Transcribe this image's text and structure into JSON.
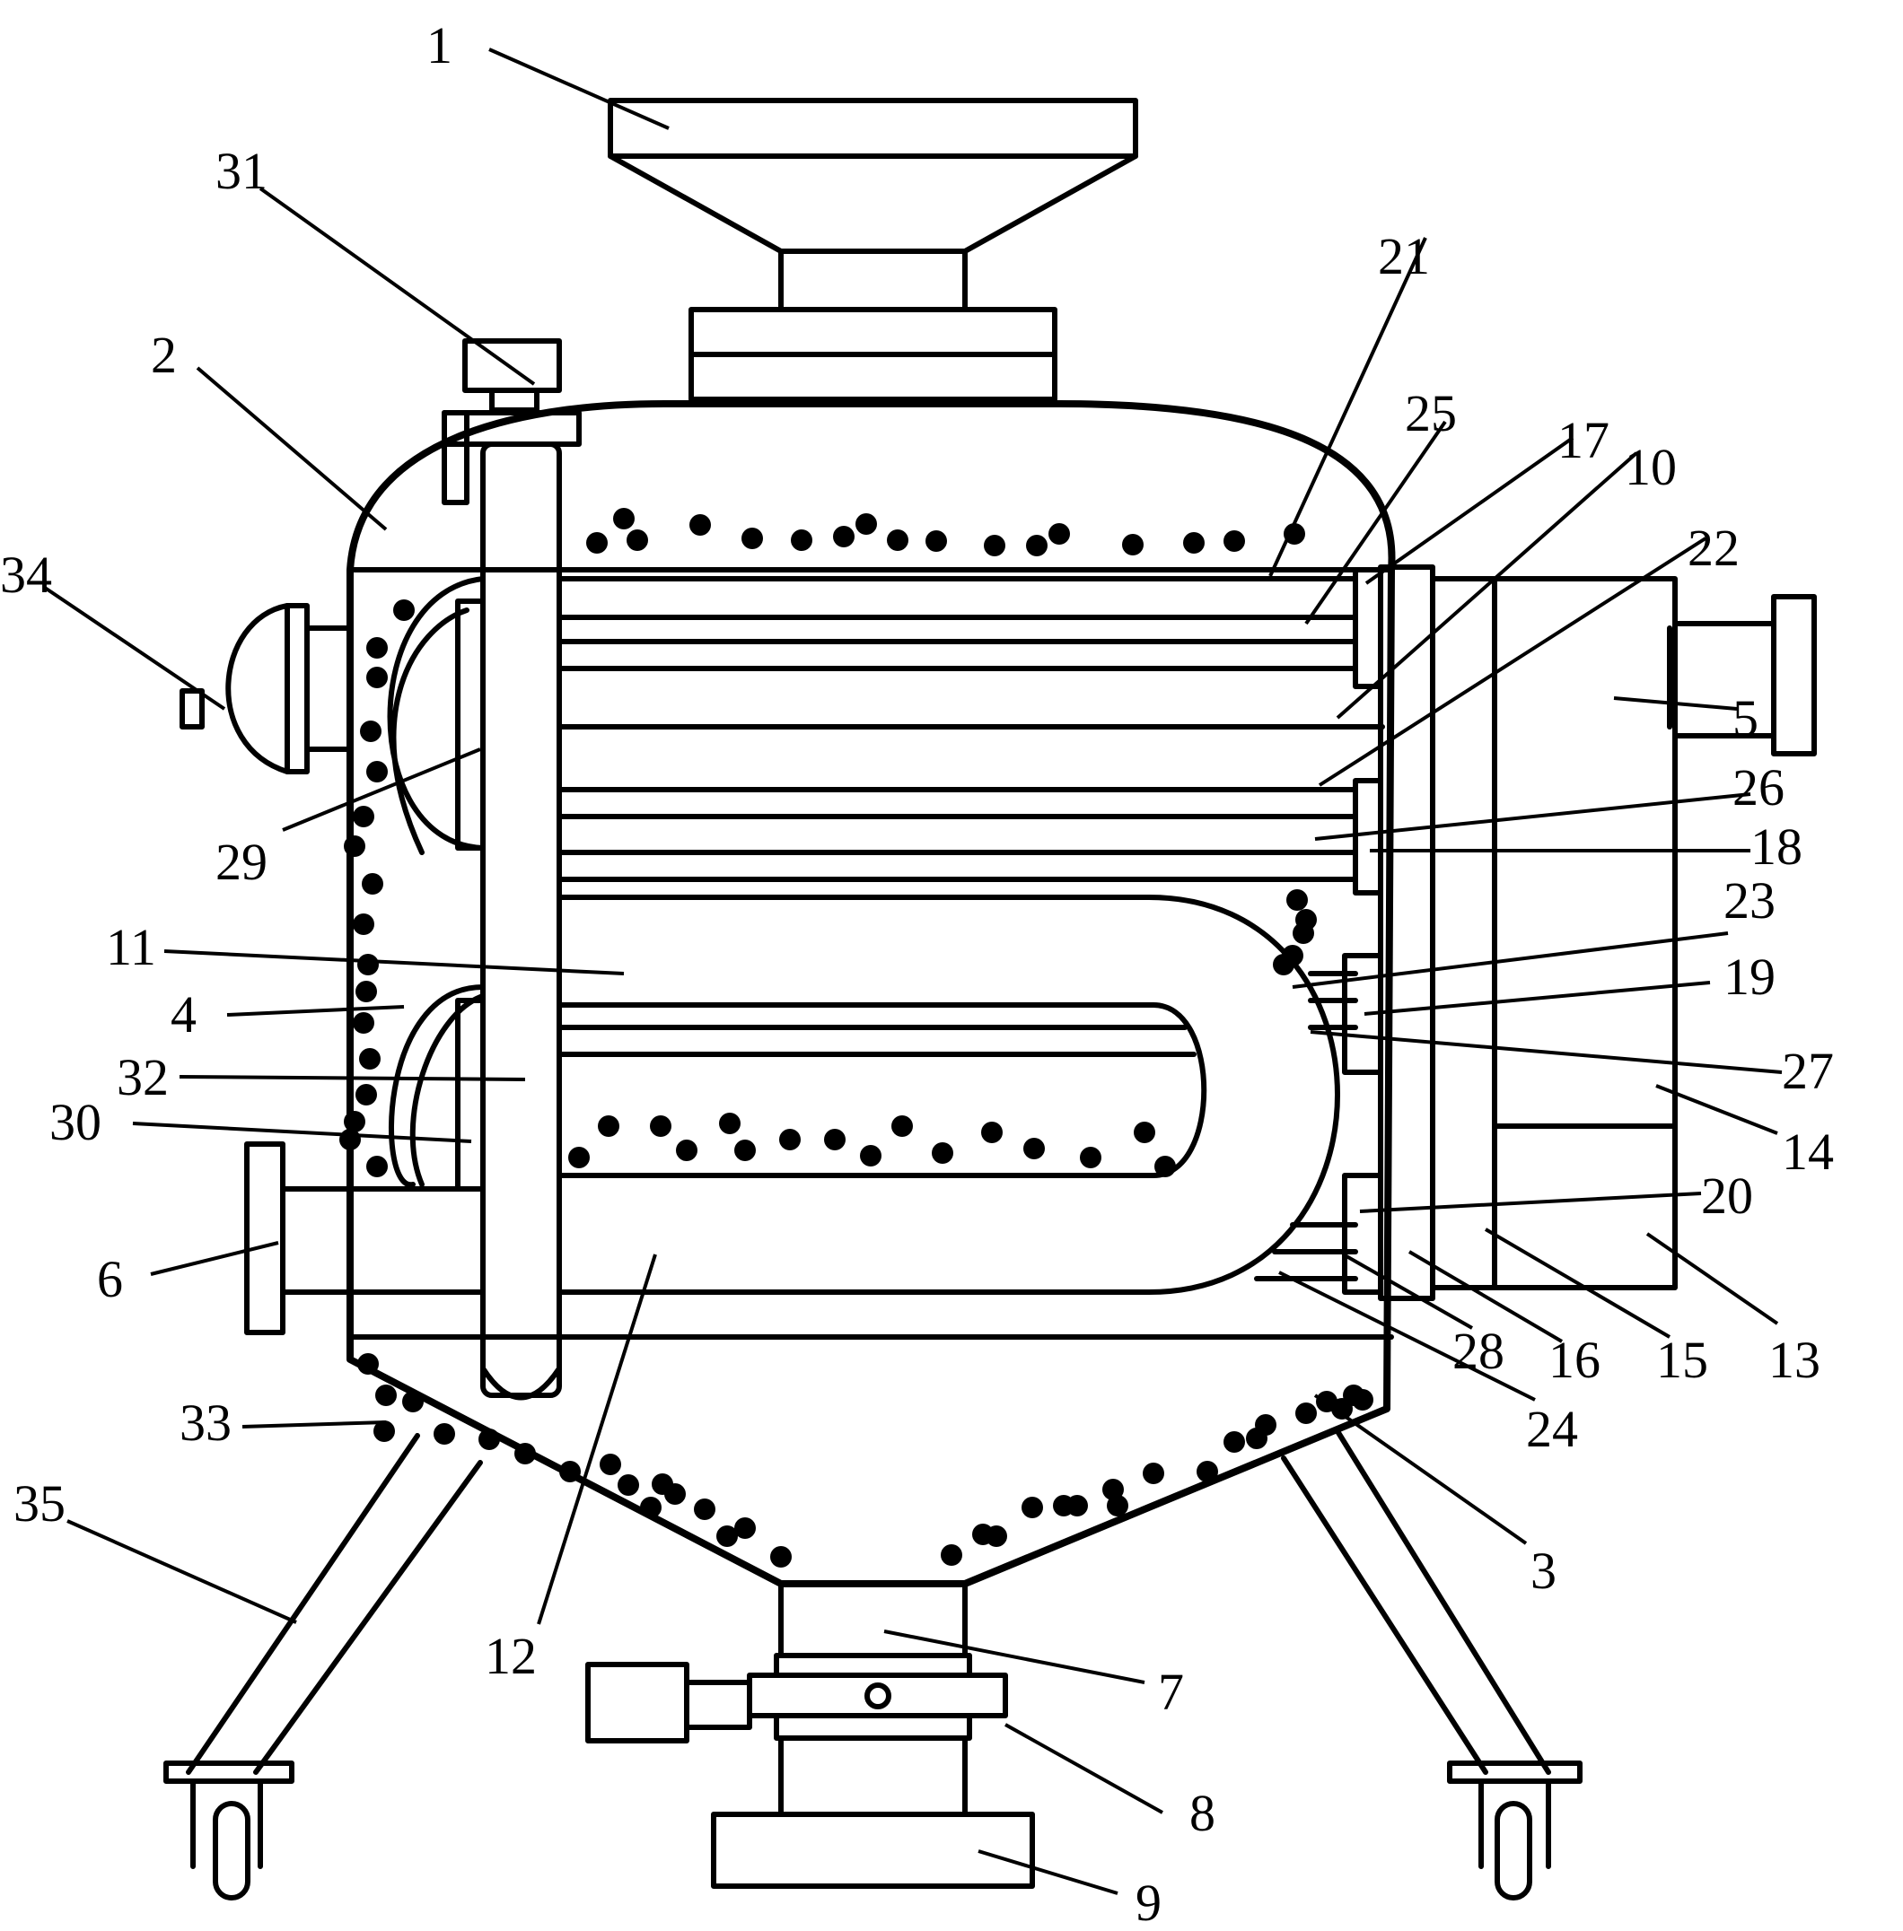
{
  "labels": {
    "l1": "1",
    "l2": "2",
    "l3": "3",
    "l4": "4",
    "l5": "5",
    "l6": "6",
    "l7": "7",
    "l8": "8",
    "l9": "9",
    "l10": "10",
    "l11": "11",
    "l12": "12",
    "l13": "13",
    "l14": "14",
    "l15": "15",
    "l16": "16",
    "l17": "17",
    "l18": "18",
    "l19": "19",
    "l20": "20",
    "l21": "21",
    "l22": "22",
    "l23": "23",
    "l24": "24",
    "l25": "25",
    "l26": "26",
    "l27": "27",
    "l28": "28",
    "l29": "29",
    "l30": "30",
    "l31": "31",
    "l32": "32",
    "l33": "33",
    "l34": "34",
    "l35": "35"
  }
}
